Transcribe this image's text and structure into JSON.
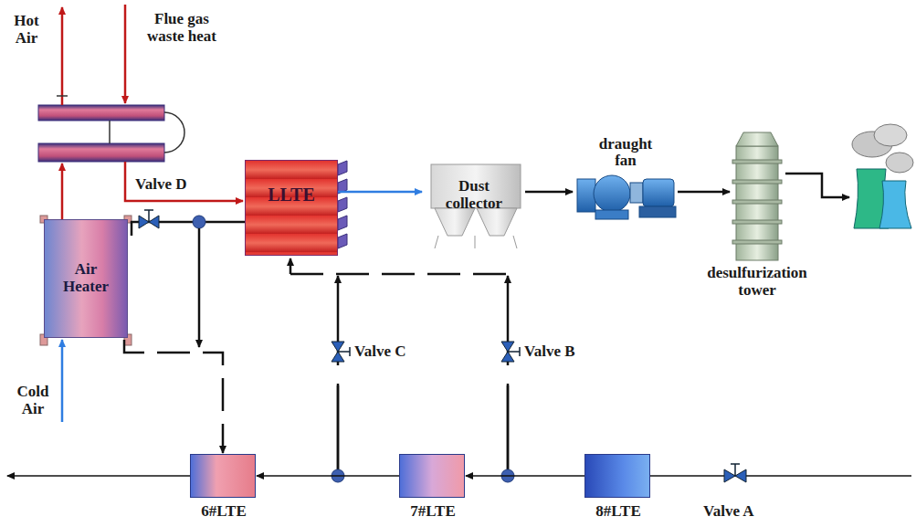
{
  "diagram": {
    "nodes": [
      {
        "text": [
          "Air Heater"
        ]
      },
      {
        "text": [
          "LLTE"
        ]
      },
      {
        "text": [
          "Dust collector"
        ]
      },
      {
        "text": [
          "draught fan"
        ]
      },
      {
        "text": [
          "desulfurization tower"
        ]
      },
      {
        "text": [
          "6#LTE"
        ]
      },
      {
        "text": [
          "7#LTE"
        ]
      },
      {
        "text": [
          "8#LTE"
        ]
      }
    ],
    "edges": [
      {
        "from": 0,
        "to": 5,
        "arrow": "to"
      },
      {
        "from": 1,
        "to": 2,
        "arrow": "to"
      },
      {
        "from": 2,
        "to": 3,
        "arrow": "to"
      },
      {
        "from": 3,
        "to": 4,
        "arrow": "to"
      },
      {
        "from": 7,
        "to": 6,
        "arrow": "to"
      },
      {
        "from": 6,
        "to": 5,
        "arrow": "to"
      }
    ],
    "labels": [
      "Hot Air",
      "Flue gas waste heat",
      "Valve D",
      "Cold Air",
      "Valve C",
      "Valve B",
      "Valve A"
    ]
  }
}
